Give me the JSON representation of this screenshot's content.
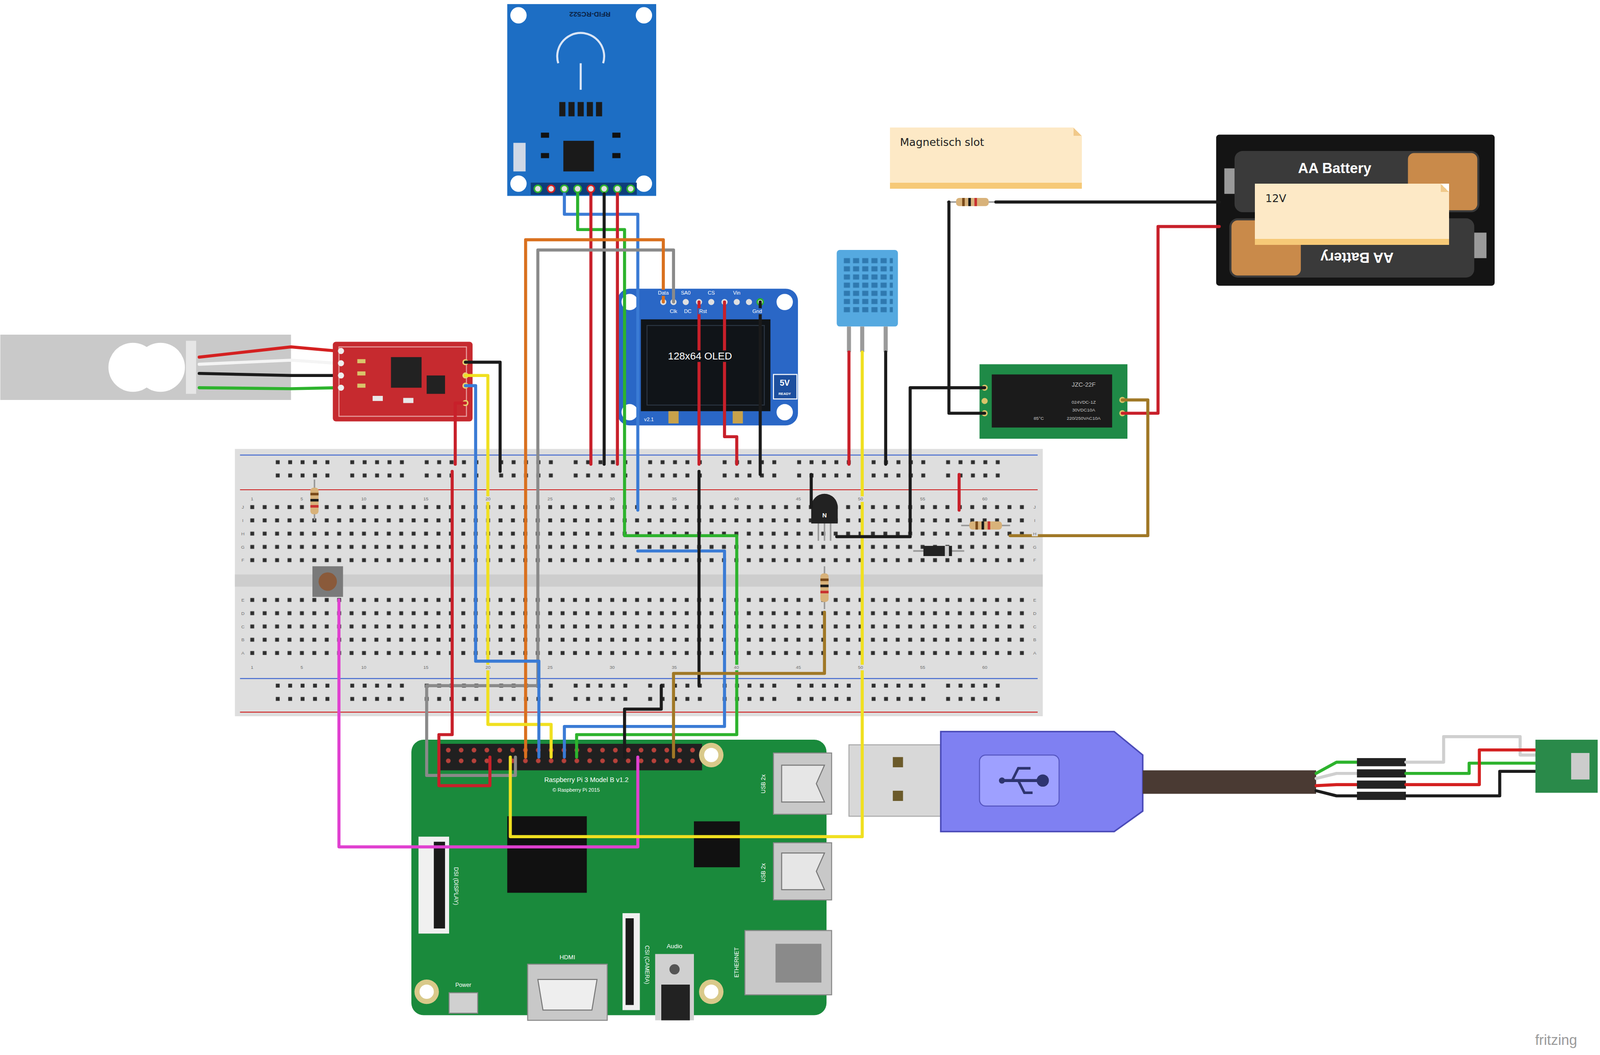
{
  "diagram": {
    "nodes": [
      {
        "text": [
          "Magnetisch slot"
        ]
      },
      {
        "text": [
          "12V"
        ]
      }
    ],
    "labels": [
      "RFID-RC522",
      "Data",
      "SA0",
      "CS",
      "Vin",
      "Clk",
      "DC",
      "Rst",
      "Gnd",
      "128x64 OLED",
      "5V",
      "READY",
      "v2.1",
      "JZC-22F",
      "024VDC-1Z",
      "30VDC10A",
      "220/250VAC10A",
      "85°C",
      "AA Battery",
      "AA Battery",
      "Raspberry Pi 3 Model B v1.2",
      "© Raspberry Pi 2015",
      "USB 2x",
      "USB 2x",
      "ETHERNET",
      "HDMI",
      "Audio",
      "CSI (CAMERA)",
      "DSI (DISPLAY)",
      "Power",
      "N",
      "fritzing",
      "1",
      "5",
      "10",
      "15",
      "20",
      "25",
      "30",
      "35",
      "40",
      "45",
      "50",
      "55",
      "60",
      "1",
      "5",
      "10",
      "15",
      "20",
      "25",
      "30",
      "35",
      "40",
      "45",
      "50",
      "55",
      "60",
      "J",
      "I",
      "H",
      "G",
      "F",
      "E",
      "D",
      "C",
      "B",
      "A",
      "J",
      "I",
      "H",
      "G",
      "F",
      "E",
      "D",
      "C",
      "B",
      "A"
    ]
  }
}
